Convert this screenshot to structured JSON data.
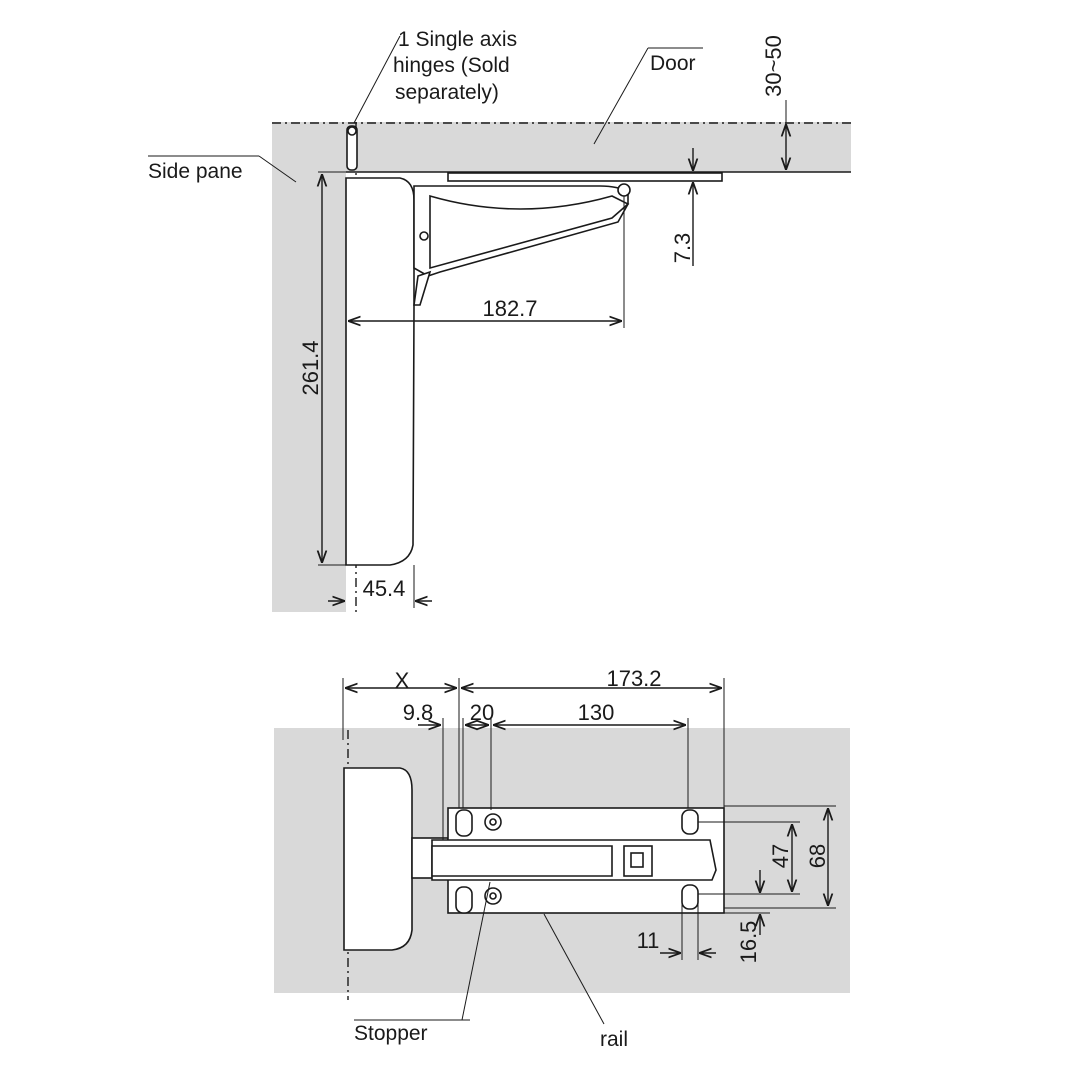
{
  "colors": {
    "panel": "#d9d9d9",
    "line": "#1a1a1a",
    "paper": "#ffffff"
  },
  "labels": {
    "hinges_line1": "1 Single axis",
    "hinges_line2": "hinges (Sold",
    "hinges_line3": "separately)",
    "door": "Door",
    "side_panel": "Side pane",
    "stopper": "Stopper",
    "rail": "rail"
  },
  "top_view": {
    "dims": {
      "height": "261.4",
      "reach": "182.7",
      "depth": "45.4",
      "offset": "7.3",
      "door_thickness": "30~50"
    }
  },
  "bottom_view": {
    "dims": {
      "x": "X",
      "overall": "173.2",
      "edge": "9.8",
      "first_hole": "20",
      "hole_pitch": "130",
      "inner_width": "47",
      "outer_width": "68",
      "hole_inset": "11",
      "rail_edge": "16.5"
    }
  }
}
